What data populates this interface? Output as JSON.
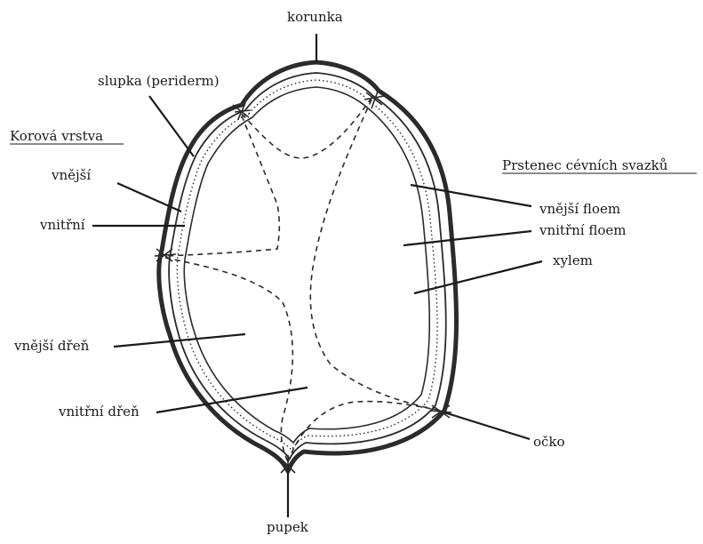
{
  "labels": {
    "top": "korunka",
    "skin": "slupka (periderm)",
    "cortex_heading": "Korová vrstva",
    "cortex_outer": "vnější",
    "cortex_inner": "vnitřní",
    "ring_heading": "Prstenec cévních svazků",
    "outer_phloem": "vnější floem",
    "inner_phloem": "vnitřní floem",
    "xylem": "xylem",
    "outer_pith": "vnější dřeň",
    "inner_pith": "vnitřní dřeň",
    "eye": "očko",
    "bottom": "pupek"
  },
  "colors": {
    "ink": "#2b2b2b",
    "paper": "#ffffff"
  }
}
